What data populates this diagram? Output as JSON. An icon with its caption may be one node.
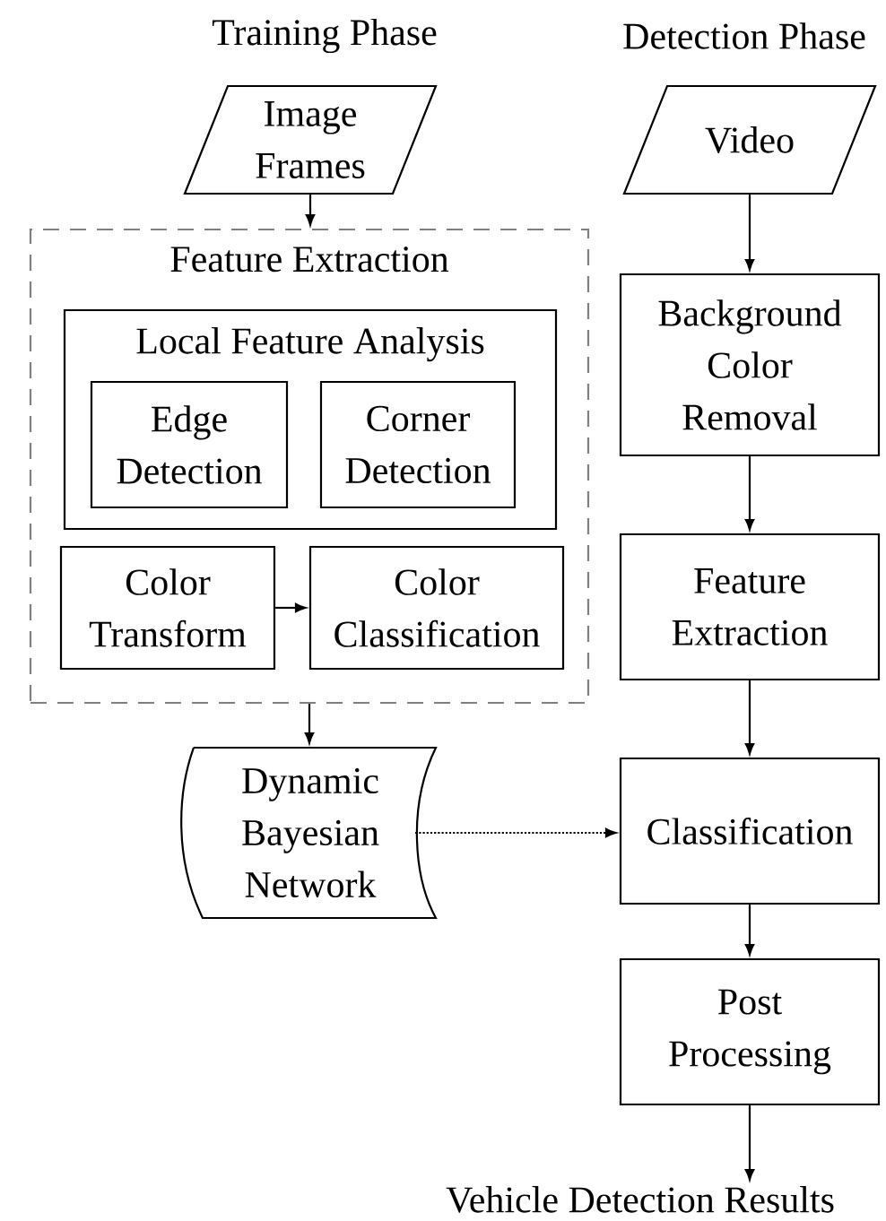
{
  "diagram": {
    "nodes": [
      {
        "text": [
          "Image Frames"
        ]
      },
      {
        "text": [
          "Feature Extraction"
        ]
      },
      {
        "text": [
          "Local Feature Analysis"
        ],
        "in": 1
      },
      {
        "text": [
          "Edge Detection"
        ],
        "in": 2
      },
      {
        "text": [
          "Corner Detection"
        ],
        "in": 2
      },
      {
        "text": [
          "Color Transform"
        ],
        "in": 1
      },
      {
        "text": [
          "Color Classification"
        ],
        "in": 1
      },
      {
        "text": [
          "Dynamic Bayesian Network"
        ]
      },
      {
        "text": [
          "Video"
        ]
      },
      {
        "text": [
          "Background Color Removal"
        ]
      },
      {
        "text": [
          "Feature Extraction"
        ]
      },
      {
        "text": [
          "Classification"
        ]
      },
      {
        "text": [
          "Post Processing"
        ]
      },
      {
        "text": [
          "Vehicle Detection Results"
        ]
      }
    ],
    "edges": [
      {
        "from": 0,
        "to": 1,
        "arrow": "to"
      },
      {
        "from": 5,
        "to": 6,
        "arrow": "to"
      },
      {
        "from": 1,
        "to": 7,
        "arrow": "to"
      },
      {
        "from": 7,
        "to": 11,
        "arrow": "to",
        "style": "dashed"
      },
      {
        "from": 8,
        "to": 9,
        "arrow": "to"
      },
      {
        "from": 9,
        "to": 10,
        "arrow": "to"
      },
      {
        "from": 10,
        "to": 11,
        "arrow": "to"
      },
      {
        "from": 11,
        "to": 12,
        "arrow": "to"
      },
      {
        "from": 12,
        "to": 13,
        "arrow": "to"
      }
    ],
    "labels": [
      "Training Phase",
      "Detection Phase"
    ]
  }
}
